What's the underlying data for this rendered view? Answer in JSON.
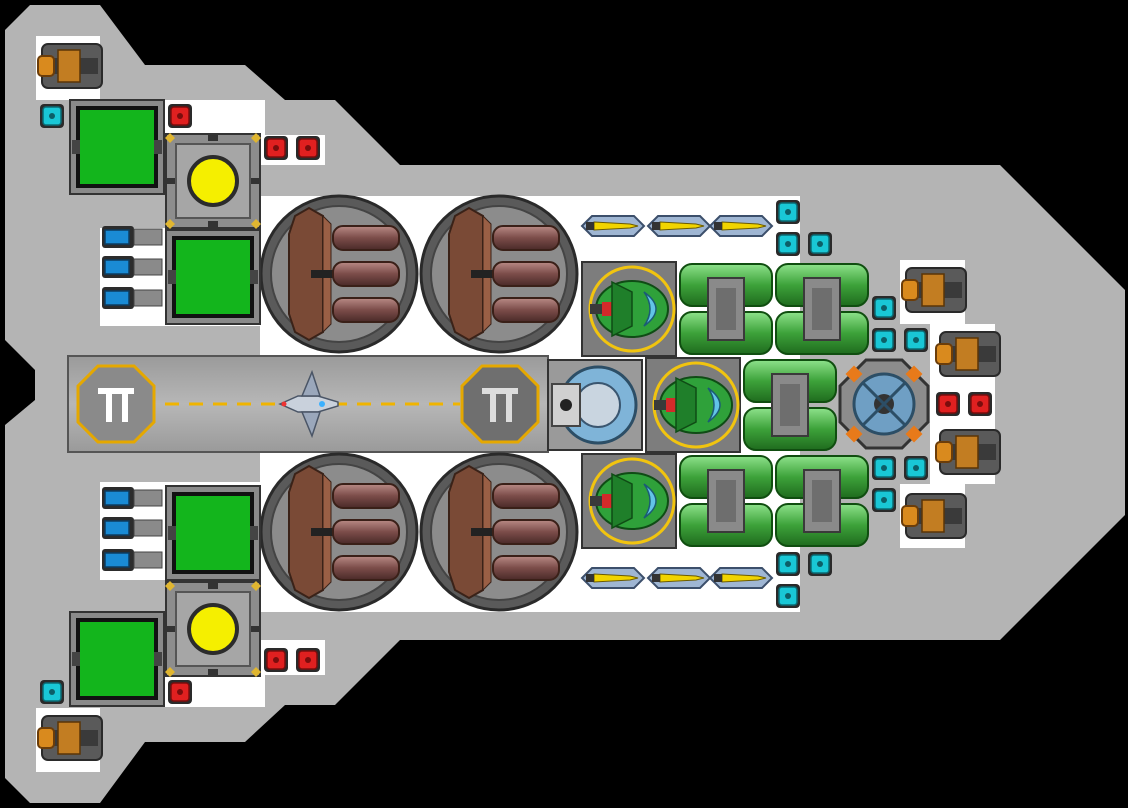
{
  "ship": {
    "hull_color": "#b4b4b4",
    "deck_color": "#ffffff",
    "space_color": "#000000",
    "accent_yellow": "#ffd21a",
    "module_green": "#13b51c"
  },
  "hangar": {
    "pad_icon_start": "landing-pad-icon",
    "pad_icon_end": "landing-pad-icon",
    "docked_craft": "fighter-ship-icon"
  },
  "modules": {
    "missile_launchers": 4,
    "green_turrets": 3,
    "green_tank_clusters": 3,
    "shield_generators": 2,
    "cargo_bays": 4,
    "thrusters": 6
  },
  "icons": {
    "small_cyan": "cyan-node-icon",
    "small_red": "red-node-icon",
    "blue_cell": "blue-battery-icon",
    "core": "reactor-core-icon"
  }
}
